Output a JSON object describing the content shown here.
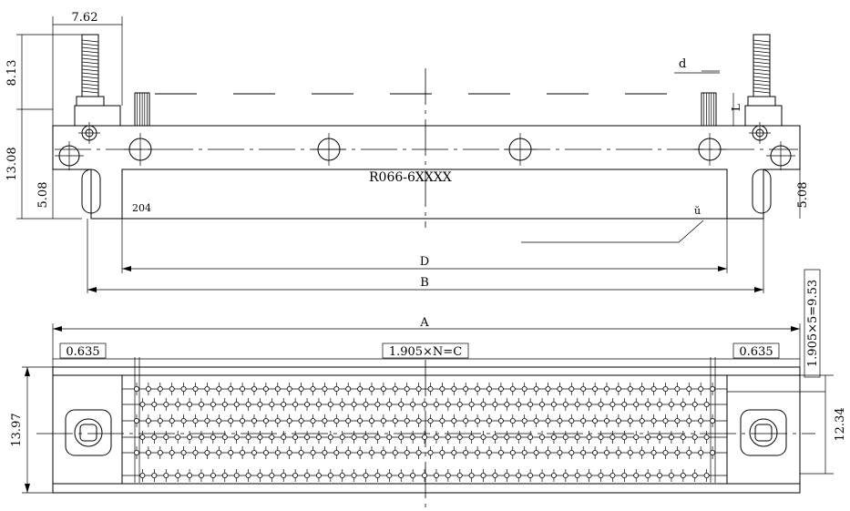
{
  "top_view": {
    "dim_screw_width": "7.62",
    "dim_screw_height": "8.13",
    "dim_body_height": "13.08",
    "dim_leg_left": "5.08",
    "dim_leg_right": "5.08",
    "dim_d": "d",
    "dim_l": "L",
    "part_number": "R066-6XXXX",
    "pin_count": "204",
    "pointer_label": "ŭ",
    "dim_D": "D",
    "dim_B": "B"
  },
  "bottom_view": {
    "dim_A": "A",
    "dim_margin_left": "0.635",
    "dim_pitch_formula": "1.905×N=C",
    "dim_margin_right": "0.635",
    "dim_row_pitch": "1.905×5=9.53",
    "dim_total_height": "13.97",
    "dim_inner_height": "12.34"
  }
}
